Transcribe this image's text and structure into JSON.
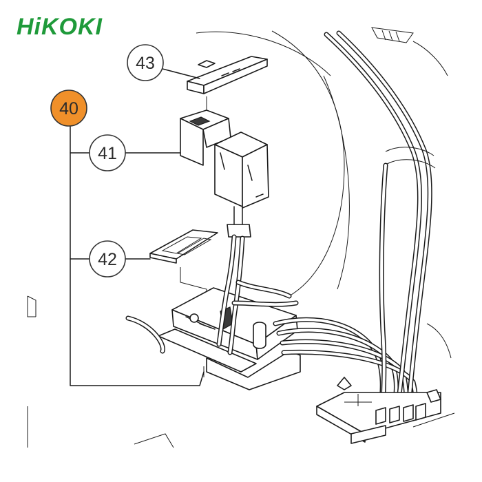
{
  "logo": {
    "text": "HiKOKI",
    "color": "#1f9a3a"
  },
  "callouts": [
    {
      "number": "40",
      "highlighted": true,
      "fill": "#f0902a"
    },
    {
      "number": "41",
      "highlighted": false
    },
    {
      "number": "42",
      "highlighted": false
    },
    {
      "number": "43",
      "highlighted": false
    }
  ]
}
